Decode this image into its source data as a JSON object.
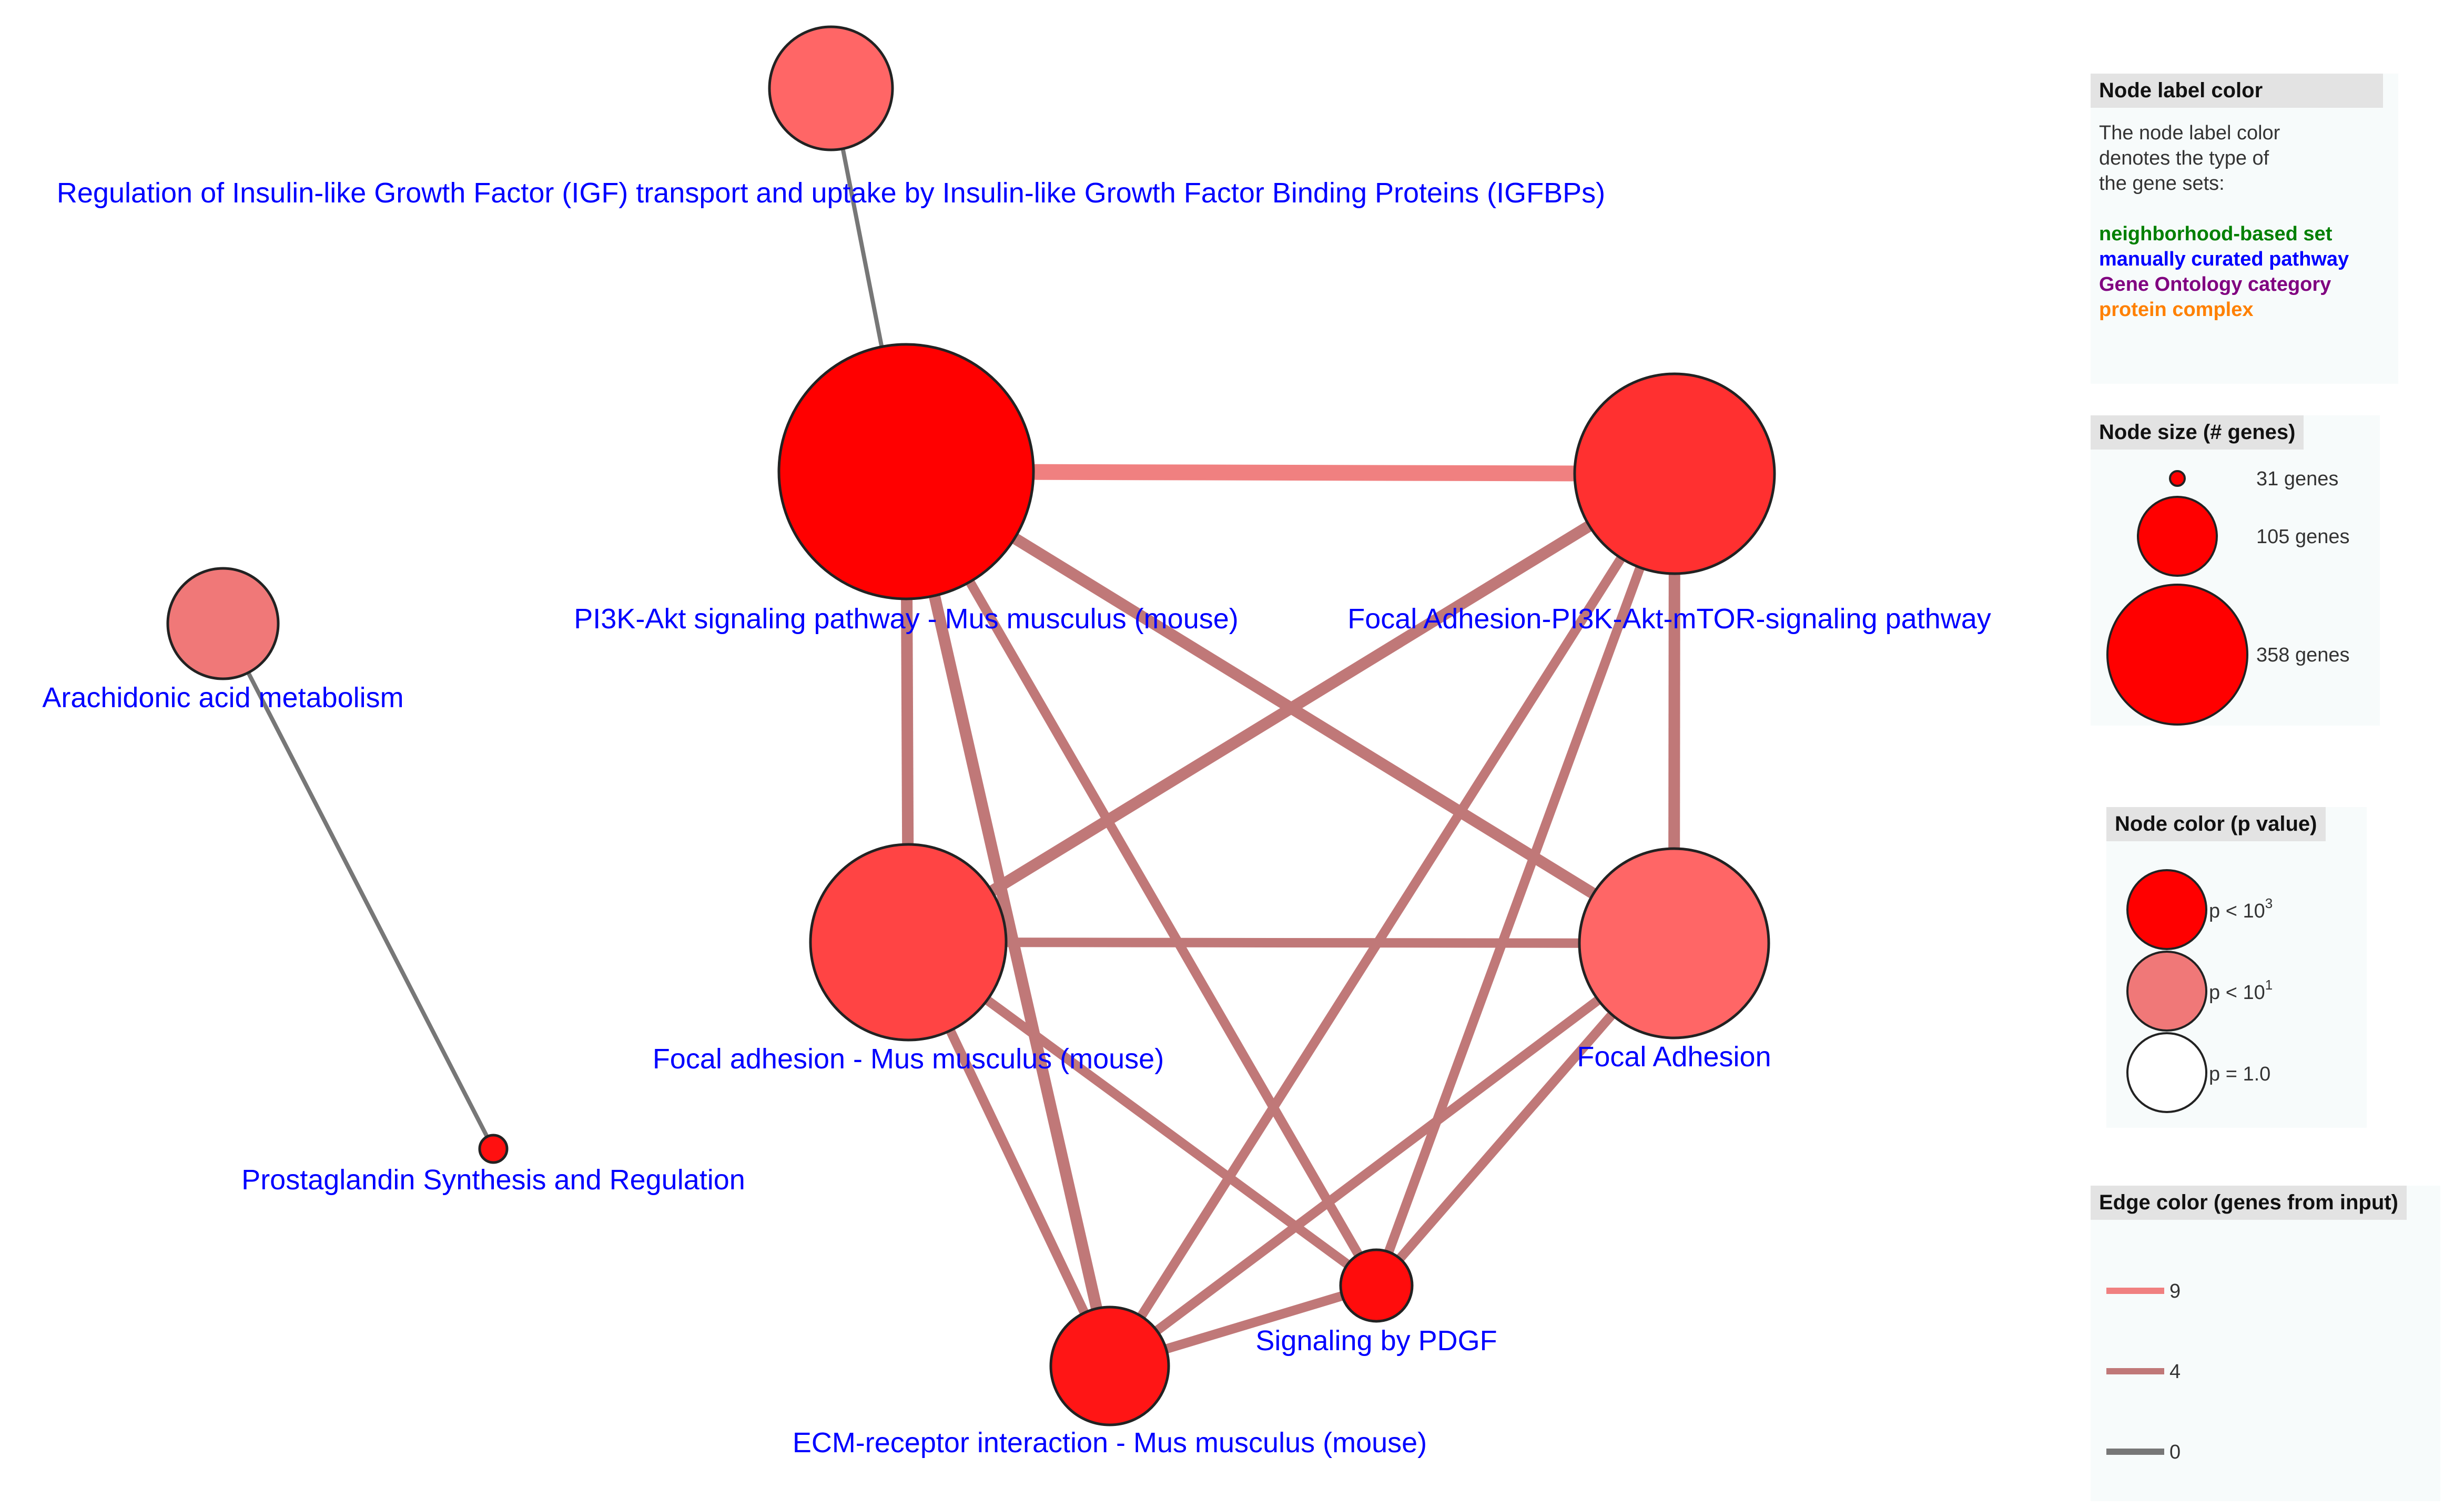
{
  "colors": {
    "label_neighborhood": "#008000",
    "label_curated": "#0000ff",
    "label_go": "#800080",
    "label_complex": "#ff8000",
    "node_stroke": "#222222",
    "edge_high": "#f08080",
    "edge_mid": "#c07878",
    "edge_low": "#777777"
  },
  "nodes": [
    {
      "id": "igfbp",
      "label": "Regulation of Insulin-like Growth Factor (IGF) transport and uptake by Insulin-like Growth Factor Binding Proteins (IGFBPs)",
      "label_type": "manually curated pathway",
      "color": "#ff6666"
    },
    {
      "id": "pi3k",
      "label": "PI3K-Akt signaling pathway - Mus musculus (mouse)",
      "label_type": "manually curated pathway",
      "color": "#ff0000"
    },
    {
      "id": "fa_pi3k",
      "label": "Focal Adhesion-PI3K-Akt-mTOR-signaling pathway",
      "label_type": "manually curated pathway",
      "color": "#ff3030"
    },
    {
      "id": "arach",
      "label": "Arachidonic acid metabolism",
      "label_type": "manually curated pathway",
      "color": "#f07878"
    },
    {
      "id": "fa_mouse",
      "label": "Focal adhesion - Mus musculus (mouse)",
      "label_type": "manually curated pathway",
      "color": "#ff4444"
    },
    {
      "id": "fa",
      "label": "Focal Adhesion",
      "label_type": "manually curated pathway",
      "color": "#ff6666"
    },
    {
      "id": "prosta",
      "label": "Prostaglandin Synthesis and Regulation",
      "label_type": "manually curated pathway",
      "color": "#ff1010"
    },
    {
      "id": "pdgf",
      "label": "Signaling by PDGF",
      "label_type": "manually curated pathway",
      "color": "#ff0c0c"
    },
    {
      "id": "ecm",
      "label": "ECM-receptor interaction - Mus musculus (mouse)",
      "label_type": "manually curated pathway",
      "color": "#ff1515"
    }
  ],
  "edges": [
    {
      "source": "igfbp",
      "target": "pi3k",
      "genes": 1
    },
    {
      "source": "arach",
      "target": "prosta",
      "genes": 1
    },
    {
      "source": "pi3k",
      "target": "fa_pi3k",
      "genes": 9
    },
    {
      "source": "pi3k",
      "target": "fa_mouse",
      "genes": 7
    },
    {
      "source": "pi3k",
      "target": "fa",
      "genes": 6
    },
    {
      "source": "pi3k",
      "target": "ecm",
      "genes": 6
    },
    {
      "source": "pi3k",
      "target": "pdgf",
      "genes": 5
    },
    {
      "source": "fa_pi3k",
      "target": "fa_mouse",
      "genes": 6
    },
    {
      "source": "fa_pi3k",
      "target": "fa",
      "genes": 6
    },
    {
      "source": "fa_pi3k",
      "target": "ecm",
      "genes": 5
    },
    {
      "source": "fa_pi3k",
      "target": "pdgf",
      "genes": 4
    },
    {
      "source": "fa_mouse",
      "target": "fa",
      "genes": 5
    },
    {
      "source": "fa_mouse",
      "target": "ecm",
      "genes": 5
    },
    {
      "source": "fa_mouse",
      "target": "pdgf",
      "genes": 5
    },
    {
      "source": "fa",
      "target": "ecm",
      "genes": 5
    },
    {
      "source": "fa",
      "target": "pdgf",
      "genes": 4
    },
    {
      "source": "ecm",
      "target": "pdgf",
      "genes": 4
    }
  ],
  "legend": {
    "label_color": {
      "title": "Node label color",
      "description": "The node label color\ndenotes the type of\nthe gene sets:",
      "types": [
        "neighborhood-based set",
        "manually curated pathway",
        "Gene Ontology category",
        "protein complex"
      ]
    },
    "node_size": {
      "title": "Node size (# genes)",
      "items": [
        {
          "label": "31 genes",
          "genes": 31
        },
        {
          "label": "105 genes",
          "genes": 105
        },
        {
          "label": "358 genes",
          "genes": 358
        }
      ]
    },
    "node_color": {
      "title": "Node color (p value)",
      "items": [
        {
          "prefix": "p < 10",
          "exp": "3",
          "color": "#ff0000"
        },
        {
          "prefix": "p < 10",
          "exp": "1",
          "color": "#f07878"
        },
        {
          "prefix": "p = 1.0",
          "exp": "",
          "color": "#ffffff"
        }
      ]
    },
    "edge_color": {
      "title": "Edge color (genes from input)",
      "items": [
        {
          "label": "9",
          "color": "#f08080"
        },
        {
          "label": "4",
          "color": "#c07878"
        },
        {
          "label": "0",
          "color": "#777777"
        }
      ]
    }
  }
}
